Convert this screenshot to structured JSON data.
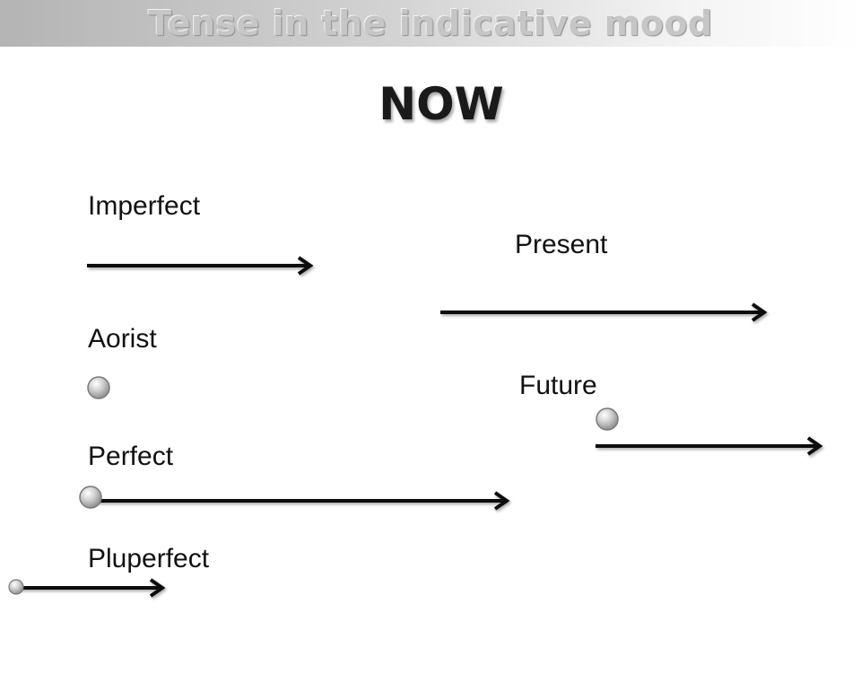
{
  "slide": {
    "title": "Tense in the indicative mood",
    "now_label": "NOW"
  },
  "tenses": {
    "imperfect": "Imperfect",
    "present": "Present",
    "aorist": "Aorist",
    "future": "Future",
    "perfect": "Perfect",
    "pluperfect": "Pluperfect"
  }
}
